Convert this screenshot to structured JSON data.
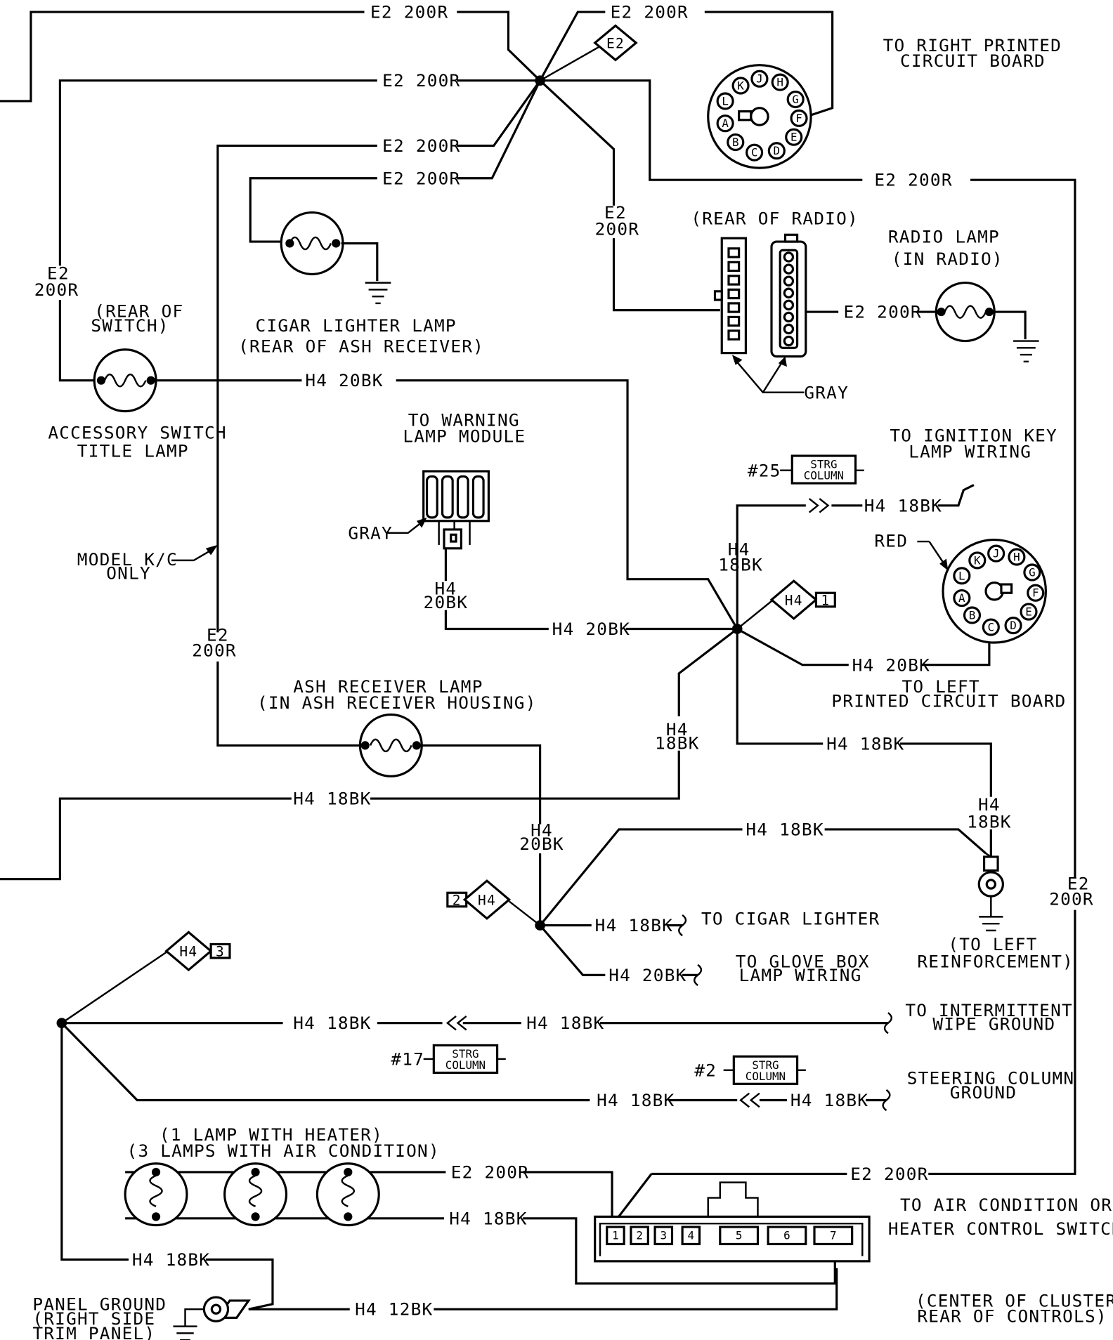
{
  "wires": {
    "e2_200r": "E2 200R",
    "h4_20bk": "H4 20BK",
    "h4_18bk": "H4 18BK",
    "h4_12bk": "H4 12BK",
    "e2_stack_1": "E2",
    "e2_stack_2": "200R",
    "h4_stack_1": "H4",
    "h4_stack_2_18": "18BK",
    "h4_stack_2_20": "20BK"
  },
  "splices": {
    "e2": "E2",
    "h4": "H4",
    "h4_1": "1",
    "h4_2": "2",
    "h4_3": "3"
  },
  "strg": {
    "label_1": "STRG",
    "label_2": "COLUMN",
    "num_25": "#25",
    "num_17": "#17",
    "num_2": "#2"
  },
  "labels": {
    "right_pcb_1": "TO RIGHT PRINTED",
    "right_pcb_2": "CIRCUIT BOARD",
    "rear_of_radio": "(REAR OF RADIO)",
    "radio_lamp_1": "RADIO LAMP",
    "radio_lamp_2": "(IN RADIO)",
    "rear_switch_1": "(REAR OF",
    "rear_switch_2": "SWITCH)",
    "cigar_lamp_1": "CIGAR LIGHTER LAMP",
    "cigar_lamp_2": "(REAR OF ASH RECEIVER)",
    "gray": "GRAY",
    "acc_switch_1": "ACCESSORY SWITCH",
    "acc_switch_2": "TITLE LAMP",
    "warning_1": "TO WARNING",
    "warning_2": "LAMP MODULE",
    "ign_key_1": "TO IGNITION KEY",
    "ign_key_2": "LAMP WIRING",
    "red": "RED",
    "model_kc_1": "MODEL K/C",
    "model_kc_2": "ONLY",
    "left_pcb_1": "TO LEFT",
    "left_pcb_2": "PRINTED CIRCUIT BOARD",
    "ash_lamp_1": "ASH RECEIVER LAMP",
    "ash_lamp_2": "(IN ASH RECEIVER HOUSING)",
    "cigar_lighter": "TO CIGAR LIGHTER",
    "glove_box_1": "TO GLOVE BOX",
    "glove_box_2": "LAMP WIRING",
    "left_reinf_1": "(TO LEFT",
    "left_reinf_2": "REINFORCEMENT)",
    "wipe_1": "TO INTERMITTENT",
    "wipe_2": "WIPE GROUND",
    "steer_1": "STEERING COLUMN",
    "steer_2": "GROUND",
    "heater_lamps_1": "(1 LAMP WITH HEATER)",
    "heater_lamps_2": "(3 LAMPS WITH AIR CONDITION)",
    "ac_switch_1": "TO AIR CONDITION OR",
    "ac_switch_2": "HEATER CONTROL SWITCH",
    "panel_gnd_1": "PANEL GROUND",
    "panel_gnd_2": "(RIGHT SIDE",
    "panel_gnd_3": "TRIM PANEL)",
    "center_1": "(CENTER OF CLUSTER",
    "center_2": "REAR OF CONTROLS)"
  },
  "round_connector_pins": {
    "k": "K",
    "j": "J",
    "h": "H",
    "l": "L",
    "g": "G",
    "f": "F",
    "a": "A",
    "e": "E",
    "b": "B",
    "d": "D",
    "c": "C"
  },
  "control_switch_pins": {
    "p1": "1",
    "p2": "2",
    "p3": "3",
    "p4": "4",
    "p5": "5",
    "p6": "6",
    "p7": "7"
  }
}
